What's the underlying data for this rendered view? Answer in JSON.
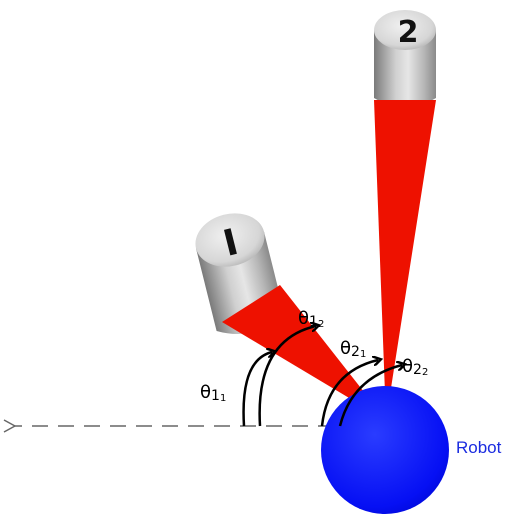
{
  "beacons": [
    {
      "id": "1",
      "number_label": "I",
      "beam_color": "#ee1100"
    },
    {
      "id": "2",
      "number_label": "2",
      "beam_color": "#ee1100"
    }
  ],
  "robot": {
    "label": "Robot",
    "color": "#0a14ff",
    "label_color": "#1a2be0"
  },
  "angles": [
    {
      "symbol": "θ",
      "main_sub": "1",
      "small_sub": "1"
    },
    {
      "symbol": "θ",
      "main_sub": "1",
      "small_sub": "2"
    },
    {
      "symbol": "θ",
      "main_sub": "2",
      "small_sub": "1"
    },
    {
      "symbol": "θ",
      "main_sub": "2",
      "small_sub": "2"
    }
  ],
  "reference_line": {
    "style": "dashed",
    "arrow": "left"
  },
  "colors": {
    "beam": "#ee1100",
    "robot": "#0a14ff",
    "cylinder_light": "#e4e4e4",
    "cylinder_dark": "#8c8c8c",
    "arc": "#000000",
    "dashed_line": "#666666"
  }
}
